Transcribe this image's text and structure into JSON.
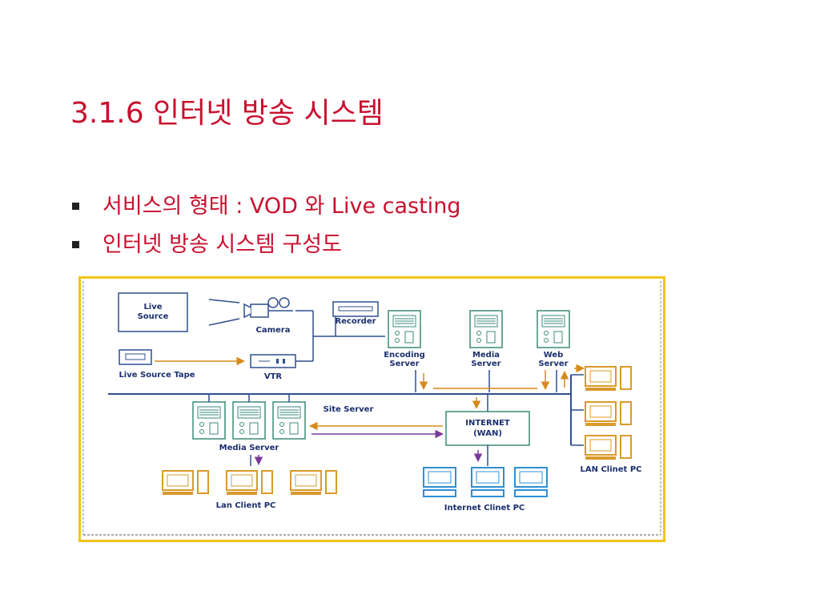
{
  "title": "3.1.6 인터넷 방송 시스템",
  "bullets": [
    "서비스의 형태 : VOD 와 Live casting",
    "인터넷 방송 시스템 구성도"
  ],
  "diagram": {
    "labels": {
      "live_source": [
        "Live",
        "Source"
      ],
      "camera": "Camera",
      "recorder": "Recorder",
      "live_source_tape": "Live Source Tape",
      "vtr": "VTR",
      "encoding_server": [
        "Encoding",
        "Server"
      ],
      "media_server_top": [
        "Media",
        "Server"
      ],
      "web_server": [
        "Web",
        "Server"
      ],
      "site_server": "Site Server",
      "internet": [
        "INTERNET",
        "(WAN)"
      ],
      "media_server_bottom": "Media Server",
      "lan_client_pc": "Lan Client PC",
      "internet_client_pc": "Internet Clinet PC",
      "lan_clinet_pc_right": "LAN Clinet PC"
    },
    "colors": {
      "line": "#2f4f8f",
      "arrow_orange": "#d58a1a",
      "arrow_purple": "#7a3a9a",
      "server": "#3b8a78",
      "pc_orange": "#d99a2a",
      "pc_blue": "#2f8fd1",
      "frame": "#f2c418",
      "title": "#c8102e"
    },
    "icons": [
      "camera-icon",
      "tape-icon",
      "vtr-icon",
      "recorder-icon",
      "server-icon",
      "pc-icon"
    ]
  }
}
